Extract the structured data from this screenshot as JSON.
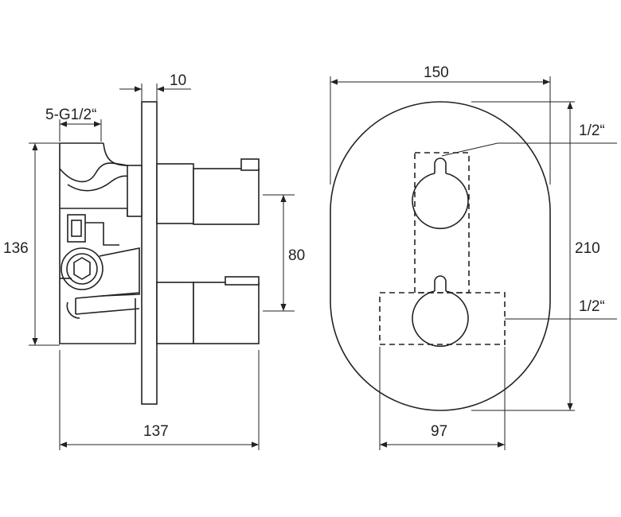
{
  "side_view": {
    "dim_connection": "5-G1/2“",
    "dim_plate_thickness": "10",
    "dim_height": "136",
    "dim_handle_spacing": "80",
    "dim_depth": "137"
  },
  "front_view": {
    "dim_width": "150",
    "dim_height": "210",
    "dim_port_spacing": "97",
    "callout_top": "1/2“",
    "callout_bottom": "1/2“"
  }
}
